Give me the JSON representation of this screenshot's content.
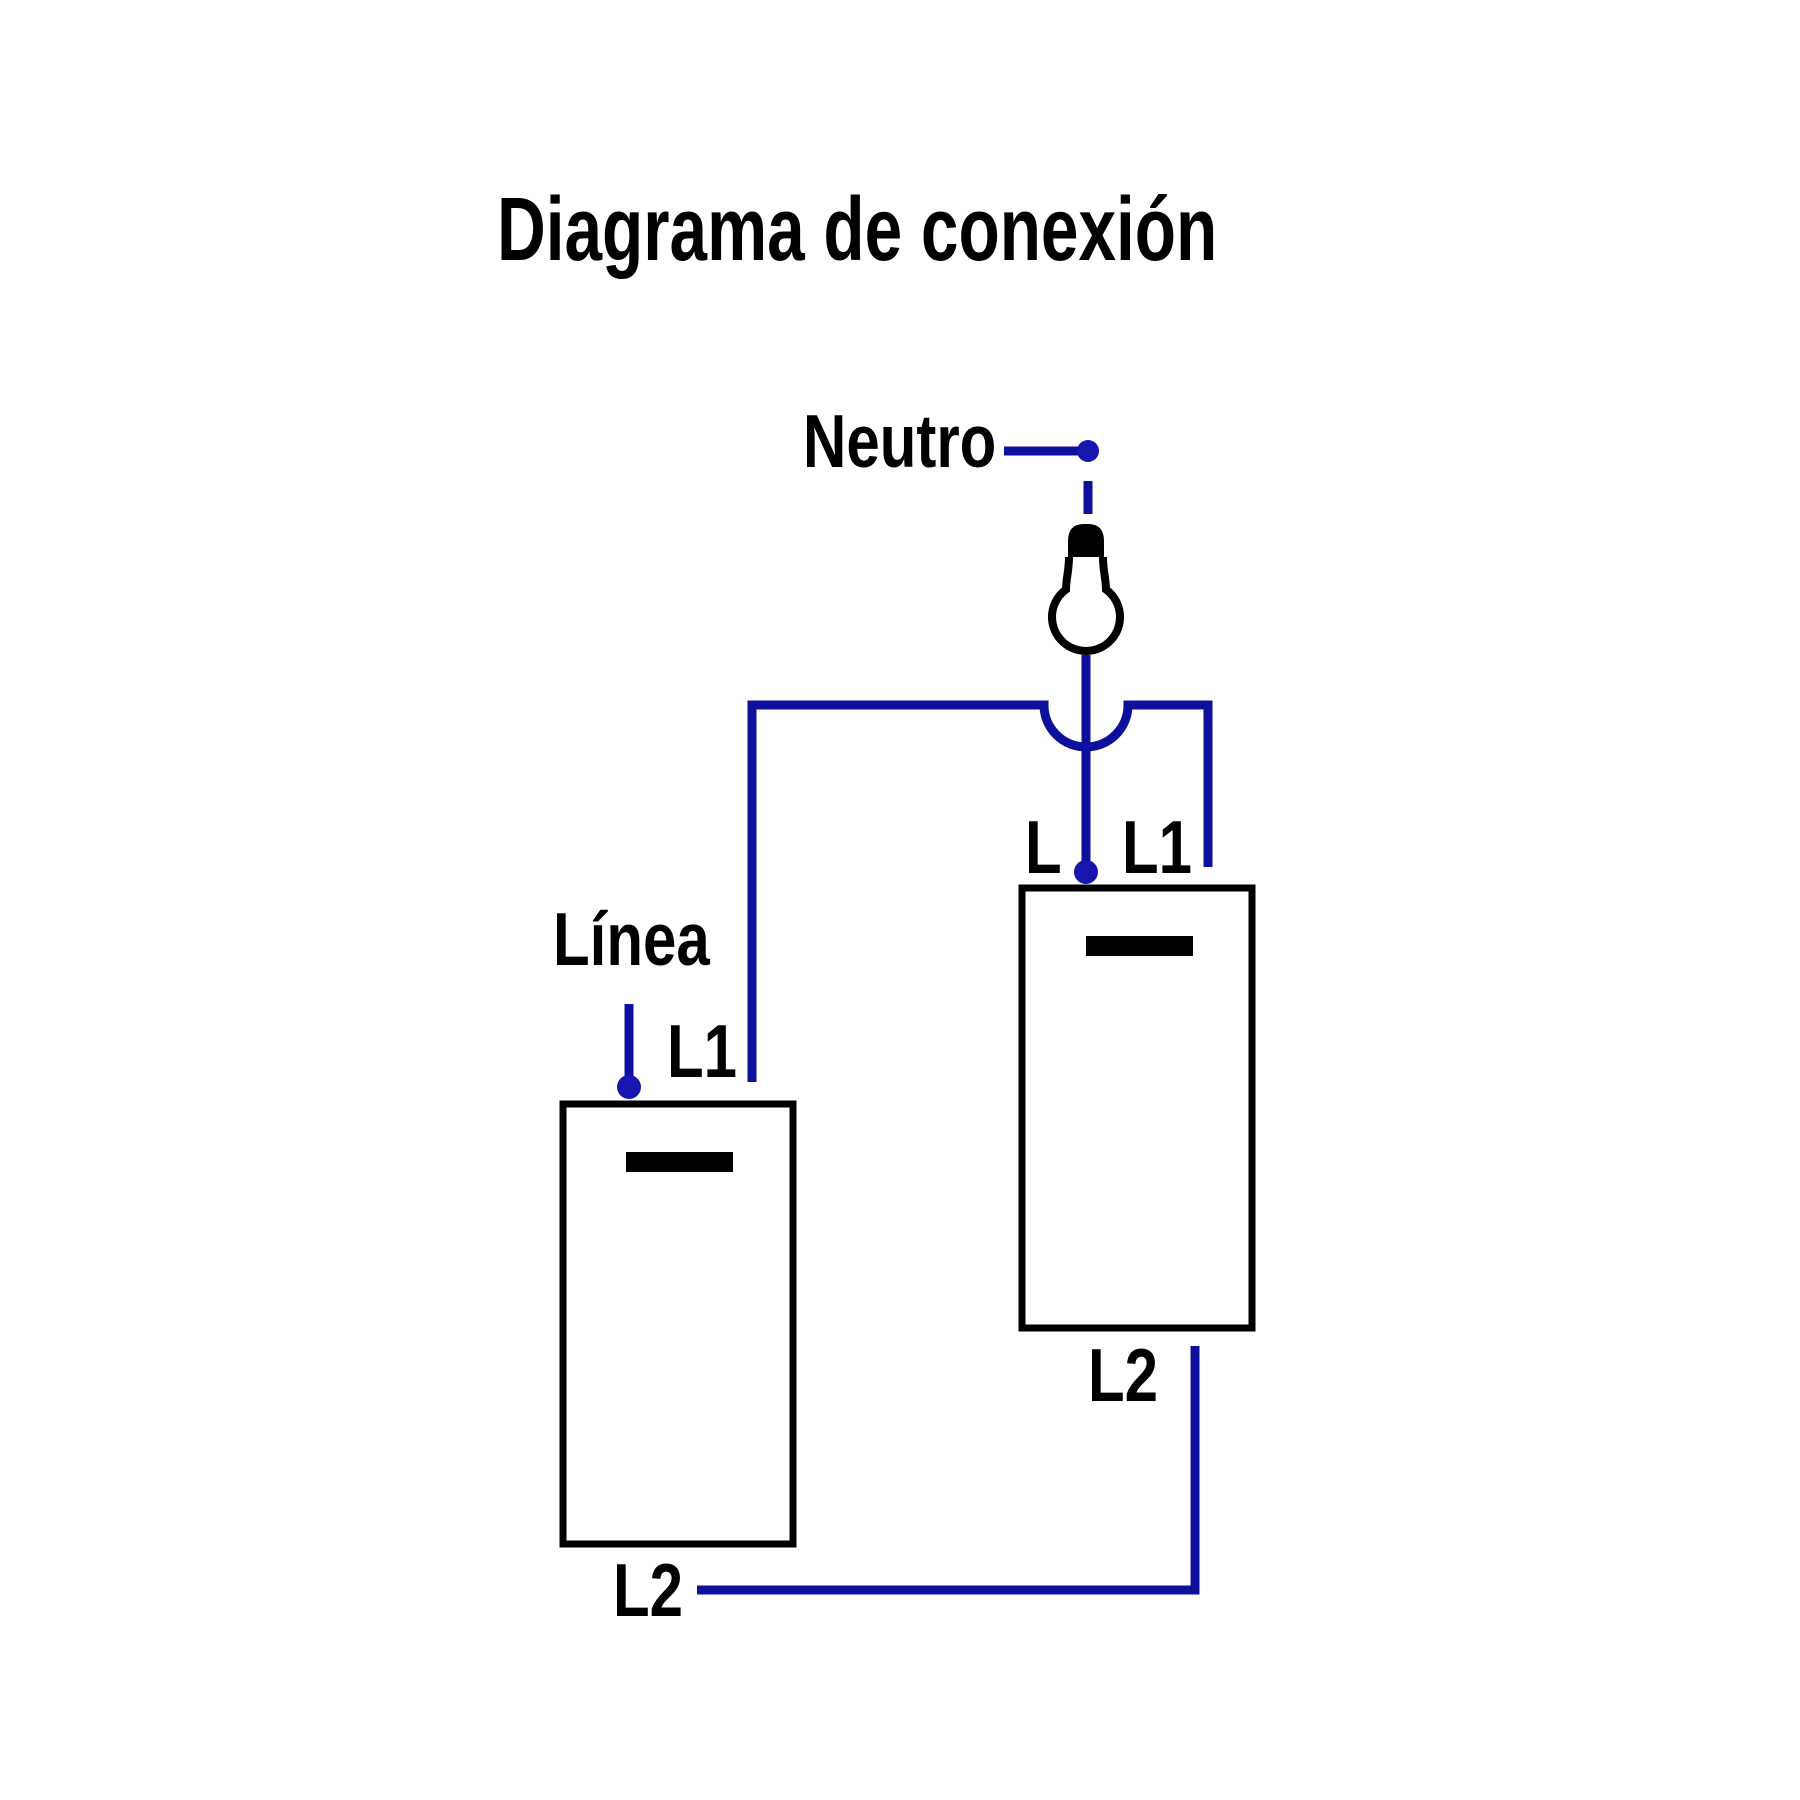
{
  "title": "Diagrama de conexión",
  "colors": {
    "wire": "#0d0f9d",
    "terminal_dot": "#1716ae",
    "ink": "#000000",
    "background": "#ffffff"
  },
  "labels": {
    "neutral": "Neutro",
    "line": "Línea",
    "switch_left_l1": "L1",
    "switch_left_l2": "L2",
    "switch_right_l": "L",
    "switch_right_l1": "L1",
    "switch_right_l2": "L2"
  }
}
